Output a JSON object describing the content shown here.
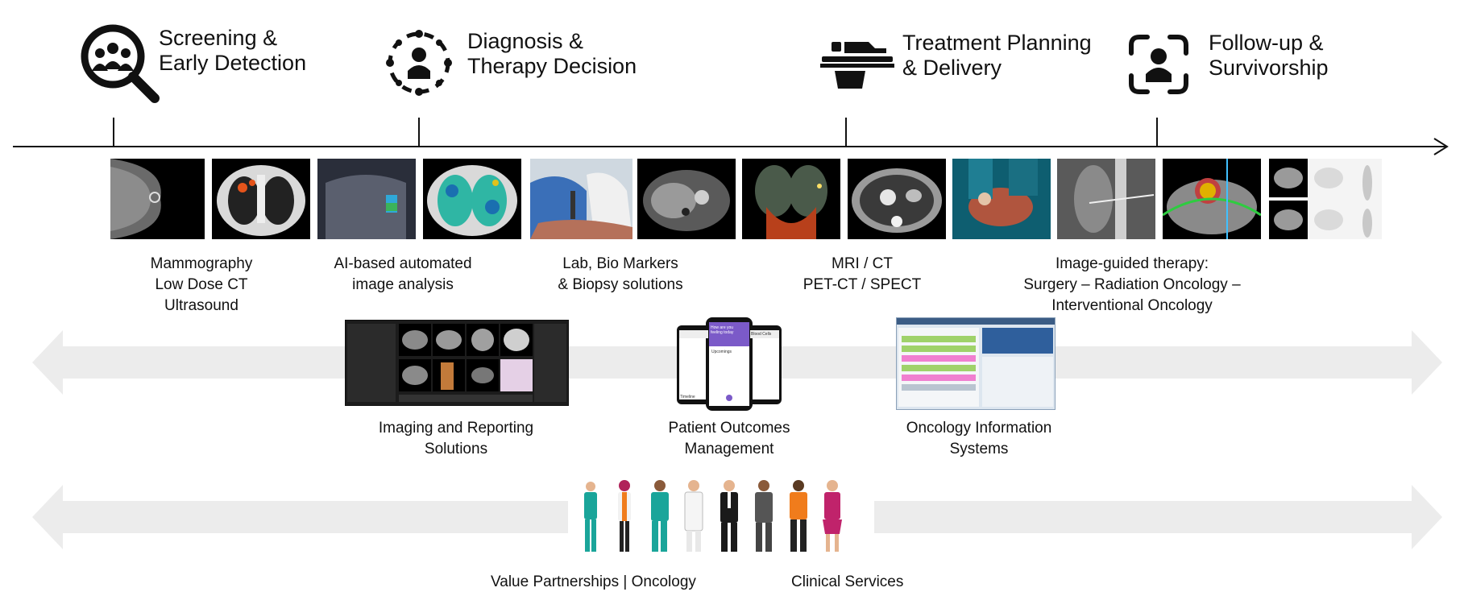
{
  "stages": [
    {
      "id": "screening",
      "title": "Screening &\nEarly Detection",
      "icon": "magnifier-people-icon"
    },
    {
      "id": "diagnosis",
      "title": "Diagnosis &\nTherapy Decision",
      "icon": "person-circle-icon"
    },
    {
      "id": "treatment",
      "title": "Treatment Planning\n& Delivery",
      "icon": "treatment-table-icon"
    },
    {
      "id": "followup",
      "title": "Follow-up &\nSurvivorship",
      "icon": "person-focus-icon"
    }
  ],
  "image_captions": [
    "Mammography\nLow Dose CT\nUltrasound",
    "AI-based automated\nimage analysis",
    "Lab, Bio Markers\n& Biopsy solutions",
    "MRI / CT\nPET-CT / SPECT",
    "Image-guided therapy:\nSurgery – Radiation Oncology –\nInterventional Oncology"
  ],
  "solutions": [
    {
      "label": "Imaging and Reporting\nSolutions"
    },
    {
      "label": "Patient Outcomes\nManagement"
    },
    {
      "label": "Oncology Information\nSystems"
    }
  ],
  "phone_app": {
    "greeting": "How are you feeling today",
    "section": "Upcomings",
    "blood_cells": "Blood Cells",
    "tab": "Timeline"
  },
  "bottom_labels": {
    "left": "Value Partnerships | Oncology",
    "right": "Clinical Services"
  },
  "colors": {
    "band": "#ececec",
    "teal": "#1aa59a",
    "orange": "#f07c1c",
    "magenta": "#c0236b",
    "purple": "#7b5ac8"
  }
}
